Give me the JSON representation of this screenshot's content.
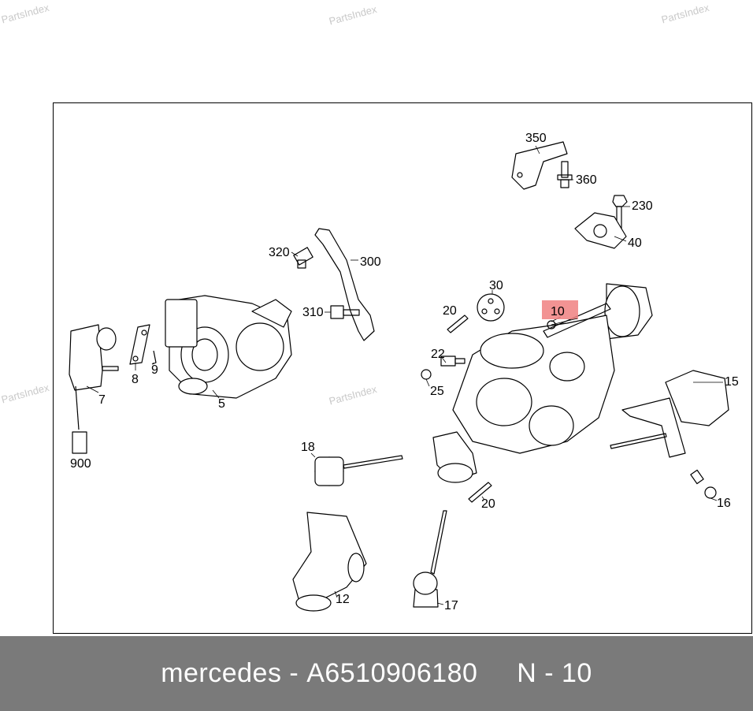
{
  "watermarks": [
    "PartsIndex",
    "PartsIndex",
    "PartsIndex",
    "PartsIndex",
    "PartsIndex"
  ],
  "callouts": {
    "c350": "350",
    "c360": "360",
    "c230": "230",
    "c40": "40",
    "c320": "320",
    "c300": "300",
    "c310": "310",
    "c30": "30",
    "c10": "10",
    "c20a": "20",
    "c22": "22",
    "c25": "25",
    "c8": "8",
    "c9": "9",
    "c7": "7",
    "c5": "5",
    "c900": "900",
    "c15": "15",
    "c18": "18",
    "c16": "16",
    "c20b": "20",
    "c12": "12",
    "c17": "17"
  },
  "highlight": {
    "callout": "10",
    "color": "#f08080"
  },
  "footer": {
    "brand": "mercedes",
    "separator1": " - ",
    "part_number": "A6510906180",
    "gap": "     ",
    "position_label": "N - 10"
  }
}
